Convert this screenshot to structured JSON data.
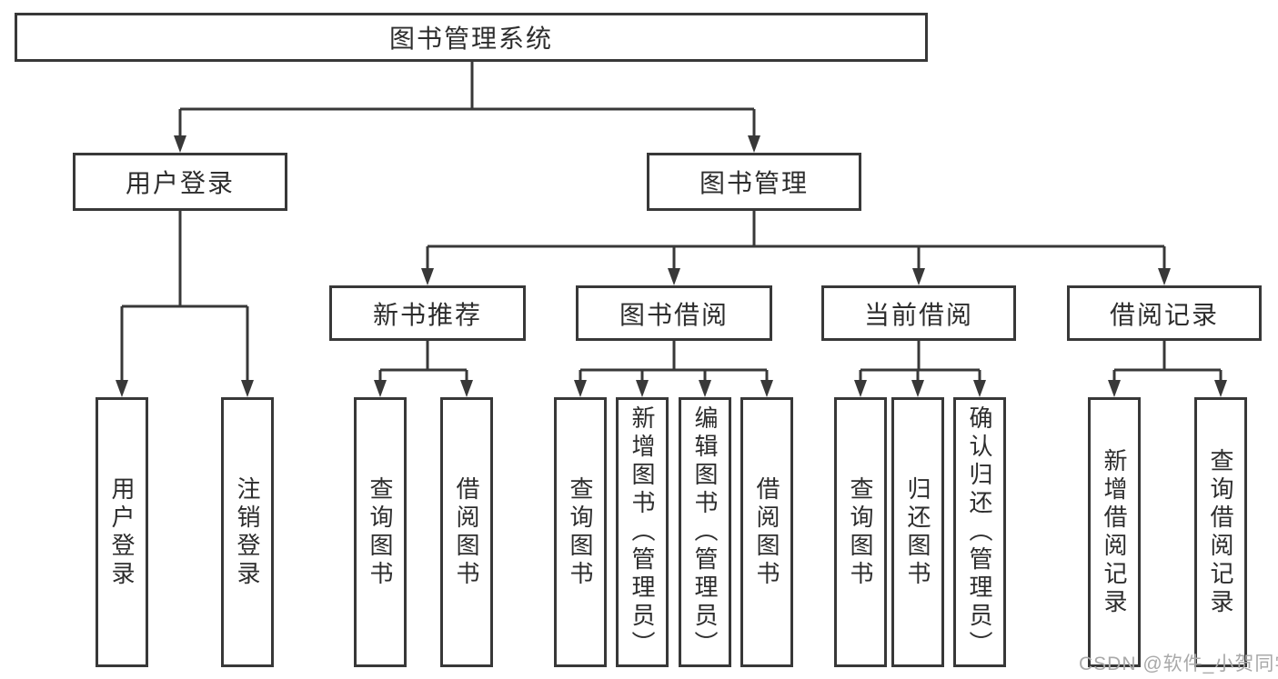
{
  "tree": {
    "root": {
      "label": "图书管理系统",
      "children": [
        {
          "label": "用户登录",
          "children": [
            {
              "label": "用户登录"
            },
            {
              "label": "注销登录"
            }
          ]
        },
        {
          "label": "图书管理",
          "children": [
            {
              "label": "新书推荐",
              "children": [
                {
                  "label": "查询图书"
                },
                {
                  "label": "借阅图书"
                }
              ]
            },
            {
              "label": "图书借阅",
              "children": [
                {
                  "label": "查询图书"
                },
                {
                  "label": "新增图书（管理员）"
                },
                {
                  "label": "编辑图书（管理员）"
                },
                {
                  "label": "借阅图书"
                }
              ]
            },
            {
              "label": "当前借阅",
              "children": [
                {
                  "label": "查询图书"
                },
                {
                  "label": "归还图书"
                },
                {
                  "label": "确认归还（管理员）"
                }
              ]
            },
            {
              "label": "借阅记录",
              "children": [
                {
                  "label": "新增借阅记录"
                },
                {
                  "label": "查询借阅记录"
                }
              ]
            }
          ]
        }
      ]
    }
  },
  "watermark": "CSDN @软件_小贺同学",
  "colors": {
    "line": "#383838",
    "text": "#2d2d2d",
    "watermark": "#a9a9a9",
    "background": "#ffffff"
  }
}
